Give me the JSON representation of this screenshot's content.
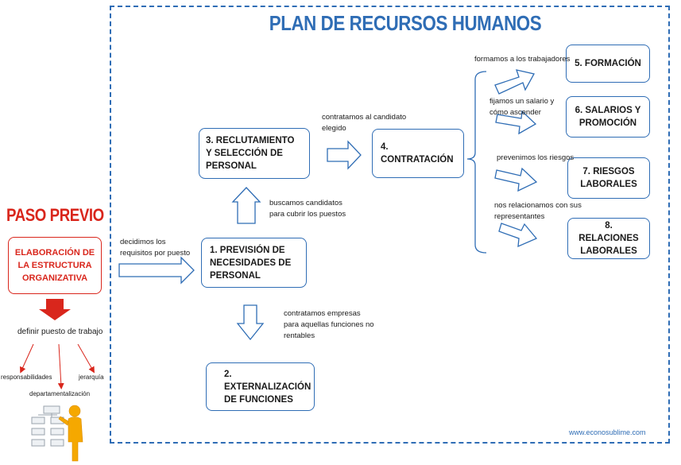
{
  "title": "PLAN DE RECURSOS HUMANOS",
  "boxes": {
    "prevision": "1. PREVISIÓN DE NECESIDADES DE PERSONAL",
    "externalizacion": "2. EXTERNALIZACIÓN DE FUNCIONES",
    "reclutamiento": "3. RECLUTAMIENTO Y SELECCIÓN DE PERSONAL",
    "contratacion": "4. CONTRATACIÓN",
    "formacion": "5. FORMACIÓN",
    "salarios": "6. SALARIOS Y PROMOCIÓN",
    "riesgos": "7. RIESGOS LABORALES",
    "relaciones": "8. RELACIONES LABORALES"
  },
  "notes": {
    "requisitos": "decidimos los requisitos por puesto",
    "candidatos": "buscamos candidatos para cubrir los puestos",
    "empresas": "contratamos empresas para aquellas funciones no rentables",
    "candidato_elegido": "contratamos al candidato elegido",
    "formamos": "formamos a los trabajadores",
    "salario": "fijamos un salario y cómo ascender",
    "riesgos": "prevenimos los riesgos",
    "representantes": "nos relacionamos con sus representantes"
  },
  "paso_previo": {
    "heading": "PASO PREVIO",
    "box": "ELABORACIÓN DE LA ESTRUCTURA ORGANIZATIVA",
    "puesto": "definir puesto de trabajo",
    "responsabilidades": "responsabilidades",
    "departamentalizacion": "departamentalización",
    "jerarquia": "jerarquía"
  },
  "credit": "www.econosublime.com",
  "colors": {
    "blue": "#2f6db5",
    "red": "#d9261c",
    "figure": "#f5a800"
  }
}
